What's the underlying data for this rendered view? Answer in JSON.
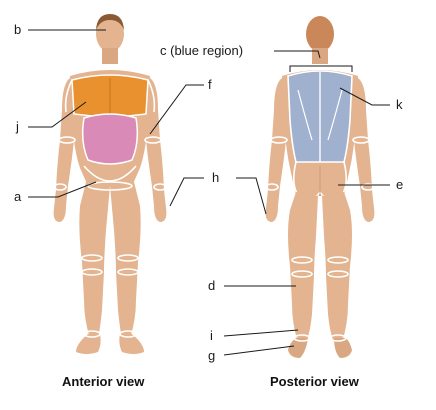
{
  "labels": {
    "a": "a",
    "b": "b",
    "c": "c (blue region)",
    "d": "d",
    "e": "e",
    "f": "f",
    "g": "g",
    "h": "h",
    "i": "i",
    "j": "j",
    "k": "k"
  },
  "captions": {
    "anterior": "Anterior view",
    "posterior": "Posterior view"
  },
  "colors": {
    "skin": "#e3b48f",
    "skin_shade": "#cf9a74",
    "thorax_orange": "#e8912e",
    "abdomen_pink": "#d98ab6",
    "back_blue": "#9fb1cf",
    "outline_white": "#ffffff",
    "leader_line": "#1a1a1a"
  }
}
